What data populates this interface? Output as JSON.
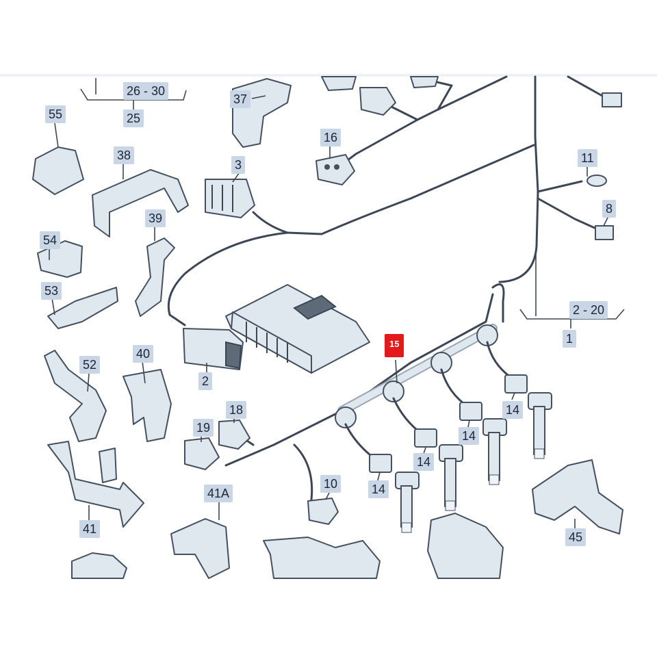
{
  "labels": {
    "l55": "55",
    "l38": "38",
    "l39": "39",
    "l54": "54",
    "l53": "53",
    "l52": "52",
    "l40": "40",
    "l41": "41",
    "l41a": "41A",
    "l37": "37",
    "l3": "3",
    "l16": "16",
    "l2": "2",
    "l18": "18",
    "l19": "19",
    "l10": "10",
    "l11": "11",
    "l8": "8",
    "l1": "1",
    "l15": "15",
    "l45": "45",
    "l14a": "14",
    "l14b": "14",
    "l14c": "14",
    "l14d": "14",
    "range_26_30": "26 - 30",
    "l25": "25",
    "range_2_20": "2 - 20"
  },
  "highlight_color": "#e3191b",
  "label_color": "#c9d6e6"
}
